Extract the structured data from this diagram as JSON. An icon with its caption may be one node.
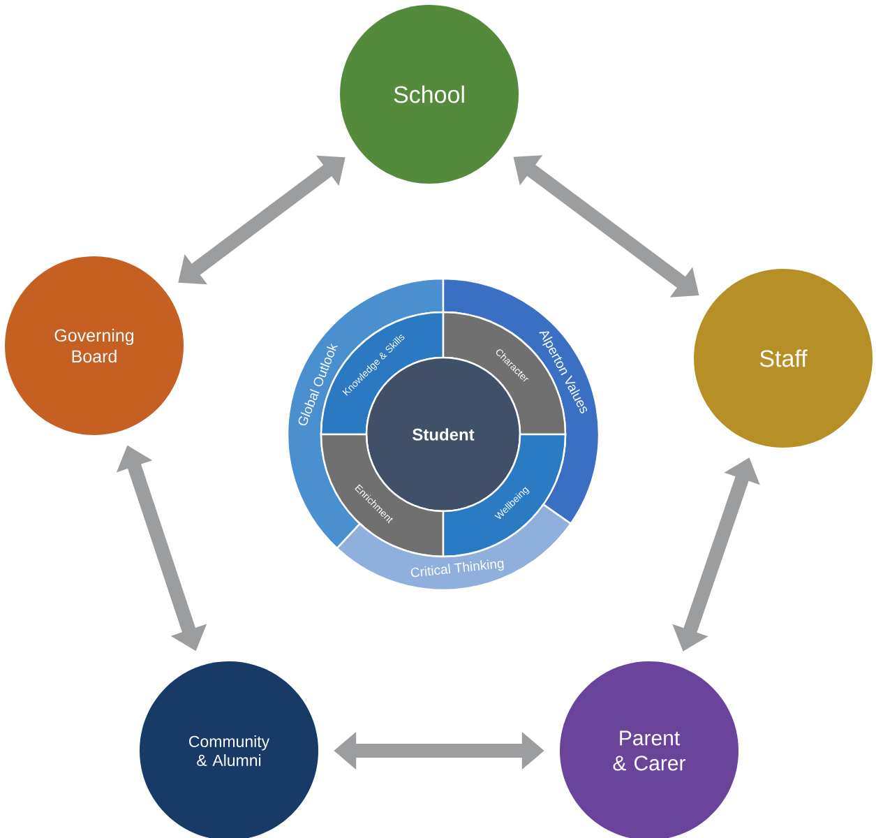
{
  "diagram": {
    "nodes": [
      {
        "text": [
          "School"
        ]
      },
      {
        "text": [
          "Governing Board"
        ]
      },
      {
        "text": [
          "Staff"
        ]
      },
      {
        "text": [
          "Global Outlook"
        ]
      },
      {
        "text": [
          "Alperton Values"
        ]
      },
      {
        "text": [
          "Knowledge & Skills"
        ]
      },
      {
        "text": [
          "Character"
        ]
      },
      {
        "text": [
          "Student"
        ]
      },
      {
        "text": [
          "Enrichment"
        ]
      },
      {
        "text": [
          "Wellbeing"
        ]
      },
      {
        "text": [
          "Critical Thinking"
        ]
      },
      {
        "text": [
          "Community & Alumni"
        ]
      },
      {
        "text": [
          "Parent & Carer"
        ]
      }
    ],
    "edges": [
      {
        "from": 1,
        "to": 0,
        "arrow": "both"
      },
      {
        "from": 0,
        "to": 2,
        "arrow": "both"
      },
      {
        "from": 1,
        "to": 11,
        "arrow": "both"
      },
      {
        "from": 2,
        "to": 12,
        "arrow": "both"
      },
      {
        "from": 11,
        "to": 12,
        "arrow": "both"
      }
    ]
  }
}
